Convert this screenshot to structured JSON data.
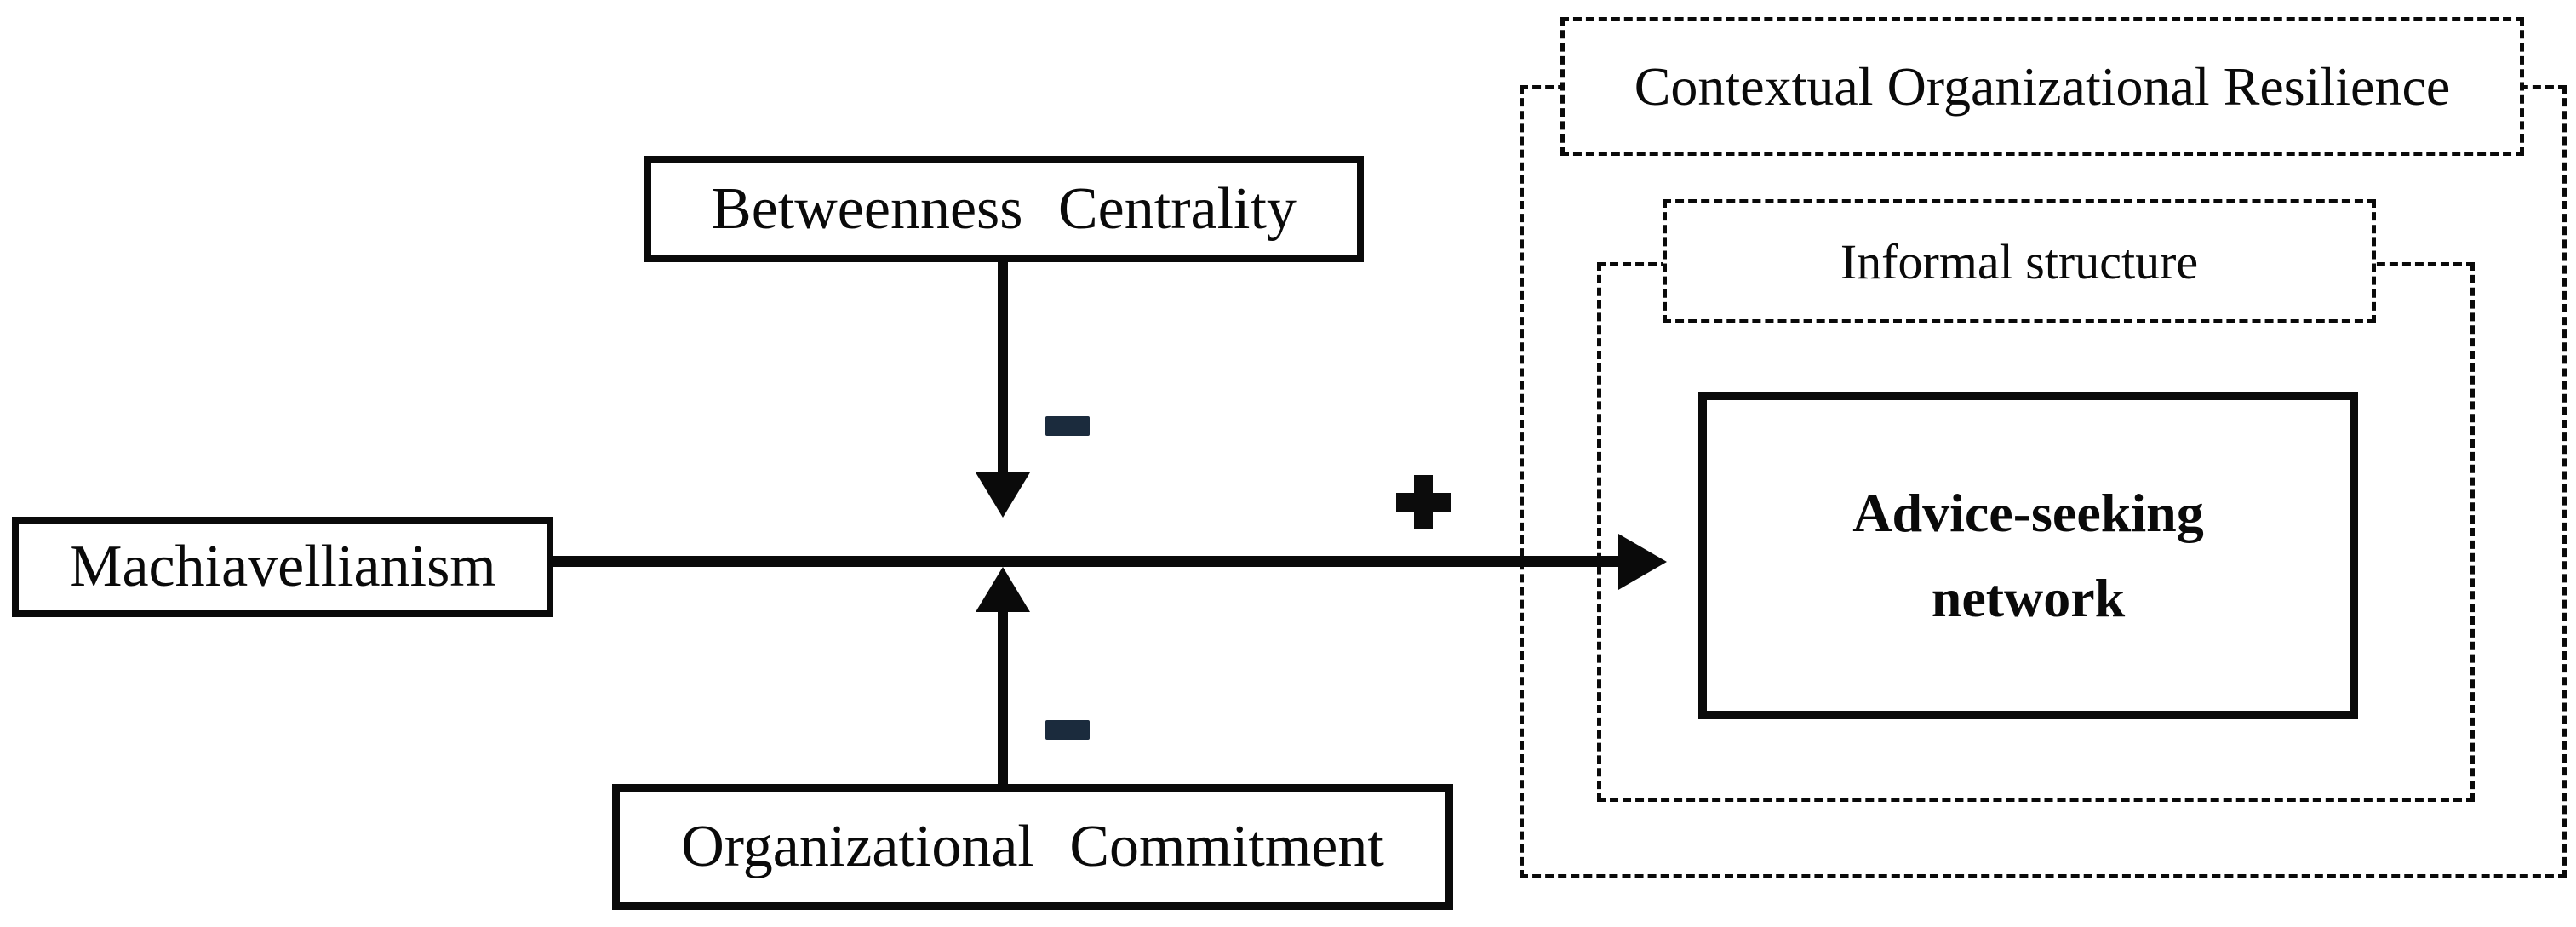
{
  "figure": {
    "type": "conceptual-model-diagram",
    "nodes": {
      "machiavellianism": {
        "label": "Machiavellianism"
      },
      "betweenness_centrality": {
        "label": "Betweenness Centrality"
      },
      "organizational_commitment": {
        "label": "Organizational Commitment"
      },
      "advice_seeking_network": {
        "label_line1": "Advice-seeking",
        "label_line2": "network"
      }
    },
    "containers": {
      "outer": {
        "label": "Contextual Organizational Resilience"
      },
      "inner": {
        "label": "Informal structure"
      }
    },
    "edges": {
      "main_effect": {
        "from": "Machiavellianism",
        "to": "Advice-seeking network",
        "sign": "+"
      },
      "moderation_top": {
        "from": "Betweenness Centrality",
        "sign": "-"
      },
      "moderation_bottom": {
        "from": "Organizational Commitment",
        "sign": "-"
      }
    },
    "colors": {
      "ink": "#0a0a0a",
      "negative_sign": "#1b2b3d",
      "positive_sign": "#0c0c0c",
      "background": "#ffffff"
    }
  }
}
